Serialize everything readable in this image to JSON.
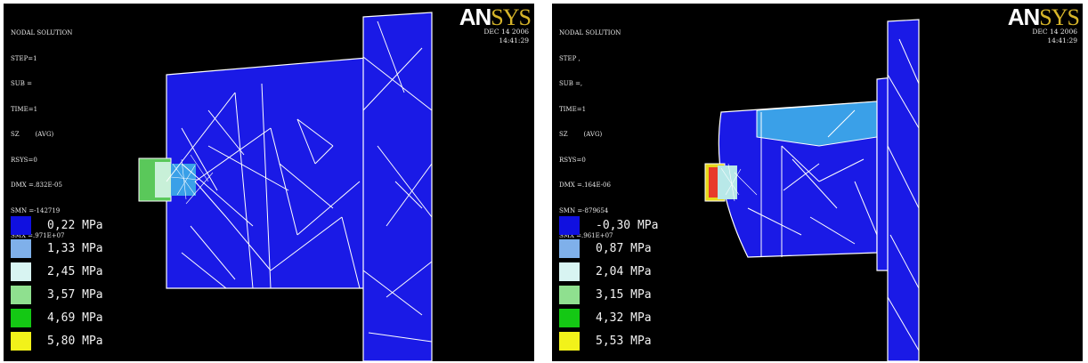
{
  "panels": [
    {
      "header": [
        "NODAL SOLUTION",
        "STEP=1",
        "SUB =",
        "TIME=1",
        "SZ        (AVG)",
        "RSYS=0",
        "DMX =.832E-05",
        "SMN =-142719",
        "SMX =.971E+07"
      ],
      "logo": {
        "an": "AN",
        "sys": "SYS"
      },
      "date": "DEC 14 2006",
      "time": "14:41:29",
      "legend": [
        {
          "label": "0,22 MPa",
          "color": "#1010e0"
        },
        {
          "label": "1,33 MPa",
          "color": "#7fb0ea"
        },
        {
          "label": "2,45 MPa",
          "color": "#d8f4f2"
        },
        {
          "label": "3,57 MPa",
          "color": "#8fe08f"
        },
        {
          "label": "4,69 MPa",
          "color": "#14c814"
        },
        {
          "label": "5,80 MPa",
          "color": "#f2f21a"
        }
      ]
    },
    {
      "header": [
        "NODAL SOLUTION",
        "STEP ,",
        "SUB =,",
        "TIME=1",
        "SZ        (AVG)",
        "RSYS=0",
        "DMX =.164E-06",
        "SMN =-879654",
        "SMX =.961E+07"
      ],
      "logo": {
        "an": "AN",
        "sys": "SYS"
      },
      "date": "DEC 14 2006",
      "time": "14:41:29",
      "legend": [
        {
          "label": "-0,30 MPa",
          "color": "#1010e0"
        },
        {
          "label": "0,87 MPa",
          "color": "#7fb0ea"
        },
        {
          "label": "2,04 MPa",
          "color": "#d8f4f2"
        },
        {
          "label": "3,15 MPa",
          "color": "#8fe08f"
        },
        {
          "label": "4,32 MPa",
          "color": "#14c814"
        },
        {
          "label": "5,53 MPa",
          "color": "#f2f21a"
        }
      ]
    }
  ],
  "colors": {
    "mesh_fill": "#1a1ae6",
    "mesh_line": "#ffffff",
    "hot_green": "#5ac85a",
    "hot_red": "#e83a2a",
    "stress_light": "#3aa0e8"
  }
}
